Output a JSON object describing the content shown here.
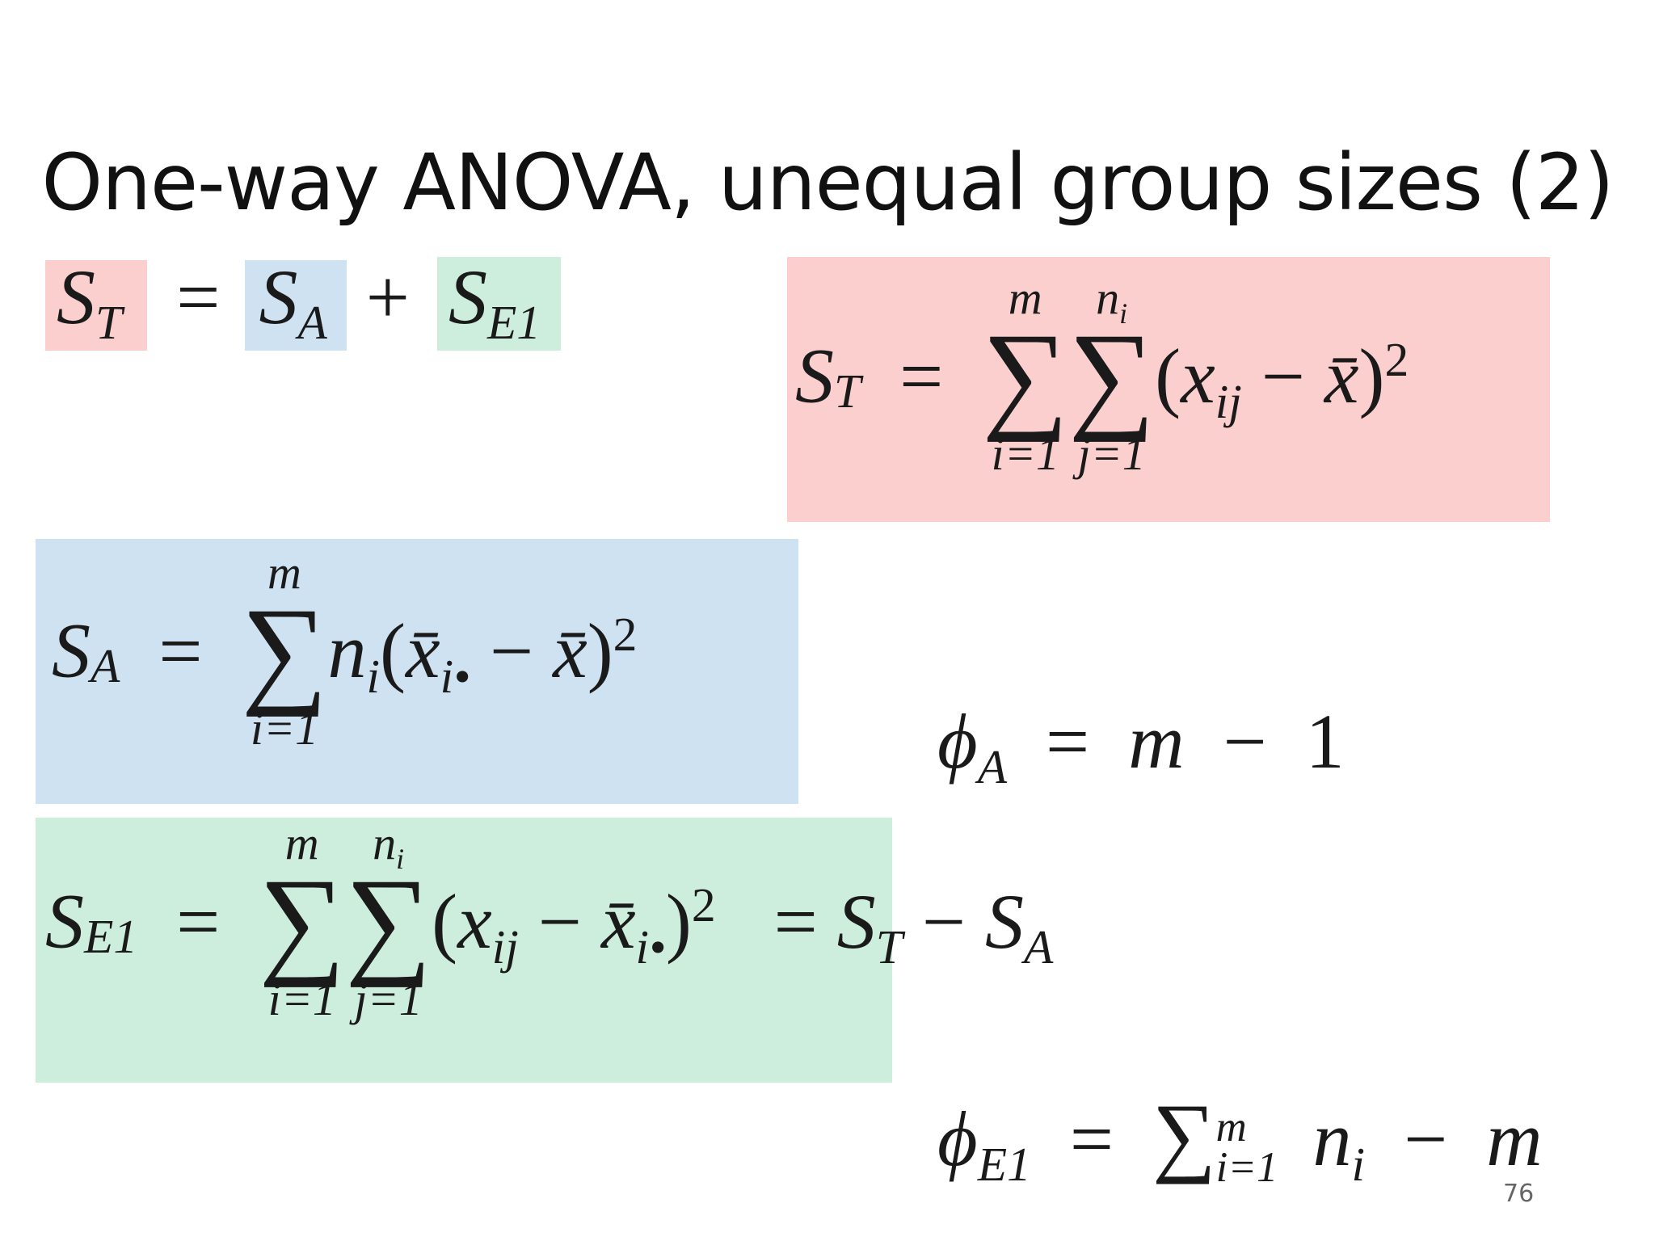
{
  "slide": {
    "title": "One-way ANOVA, unequal group sizes (2)",
    "page_number": "76"
  },
  "colors": {
    "pink": "#fccfcf",
    "blue": "#cfe2f2",
    "green": "#cdeedd"
  },
  "eq_decomp": {
    "ST_S": "S",
    "ST_T": "T",
    "eq": "=",
    "SA_S": "S",
    "SA_A": "A",
    "plus": "+",
    "SE_S": "S",
    "SE_E": "E1"
  },
  "eq_ST": {
    "lhs_S": "S",
    "lhs_sub": "T",
    "eq": "=",
    "sum1_top": "m",
    "sum1_bot": "i=1",
    "sum2_top": "n",
    "sum2_top_sub": "i",
    "sum2_bot": "j=1",
    "open": "(",
    "x": "x",
    "x_sub": "ij",
    "minus": "−",
    "xbar": "x̄",
    "close": ")",
    "power": "2"
  },
  "eq_SA": {
    "lhs_S": "S",
    "lhs_sub": "A",
    "eq": "=",
    "sum_top": "m",
    "sum_bot": "i=1",
    "n": "n",
    "n_sub": "i",
    "open": "(",
    "xbar_i": "x̄",
    "xbar_i_sub": "i•",
    "minus": "−",
    "xbar": "x̄",
    "close": ")",
    "power": "2"
  },
  "eq_SE": {
    "lhs_S": "S",
    "lhs_sub": "E1",
    "eq": "=",
    "sum1_top": "m",
    "sum1_bot": "i=1",
    "sum2_top": "n",
    "sum2_top_sub": "i",
    "sum2_bot": "j=1",
    "open": "(",
    "x": "x",
    "x_sub": "ij",
    "minus": "−",
    "xbar_i": "x̄",
    "xbar_i_sub": "i•",
    "close": ")",
    "power": "2",
    "eq2": "=",
    "rhs_S1": "S",
    "rhs_T": "T",
    "rhs_minus": "−",
    "rhs_S2": "S",
    "rhs_A": "A"
  },
  "eq_phiA": {
    "phi": "ϕ",
    "sub": "A",
    "eq": "=",
    "m": "m",
    "minus": "−",
    "one": "1"
  },
  "eq_phiE": {
    "phi": "ϕ",
    "sub": "E1",
    "eq": "=",
    "sigma": "∑",
    "sum_top": "m",
    "sum_bot": "i=1",
    "n": "n",
    "n_sub": "i",
    "minus": "−",
    "m": "m"
  }
}
